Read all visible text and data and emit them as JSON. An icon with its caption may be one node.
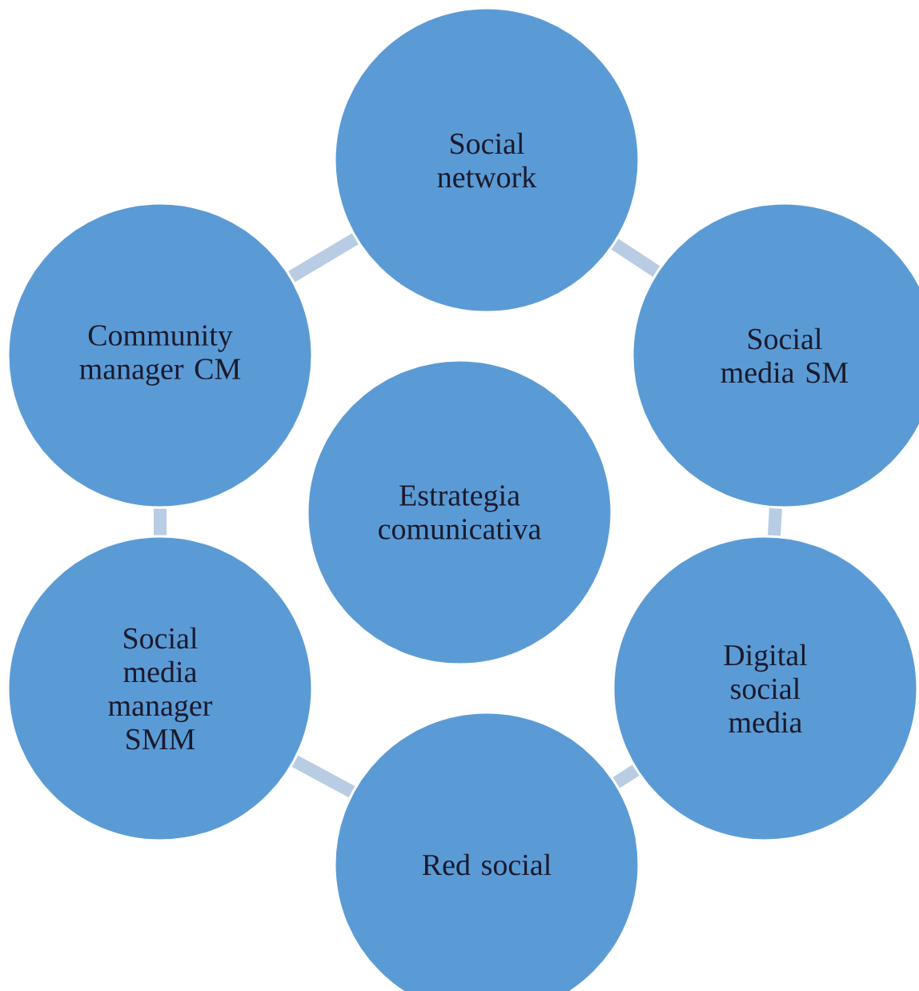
{
  "diagram": {
    "nodes": [
      {
        "text": [
          "Social network"
        ]
      },
      {
        "text": [
          "Community manager CM"
        ]
      },
      {
        "text": [
          "Social media SM"
        ]
      },
      {
        "text": [
          "Estrategia comunicativa"
        ]
      },
      {
        "text": [
          "Social media manager SMM"
        ]
      },
      {
        "text": [
          "Digital social media"
        ]
      },
      {
        "text": [
          "Red social"
        ]
      }
    ],
    "edges": [
      {
        "from": 0,
        "to": 2,
        "arrow": "none"
      },
      {
        "from": 2,
        "to": 5,
        "arrow": "none"
      },
      {
        "from": 5,
        "to": 6,
        "arrow": "none"
      },
      {
        "from": 6,
        "to": 4,
        "arrow": "none"
      },
      {
        "from": 4,
        "to": 1,
        "arrow": "none"
      },
      {
        "from": 1,
        "to": 0,
        "arrow": "none"
      }
    ]
  }
}
